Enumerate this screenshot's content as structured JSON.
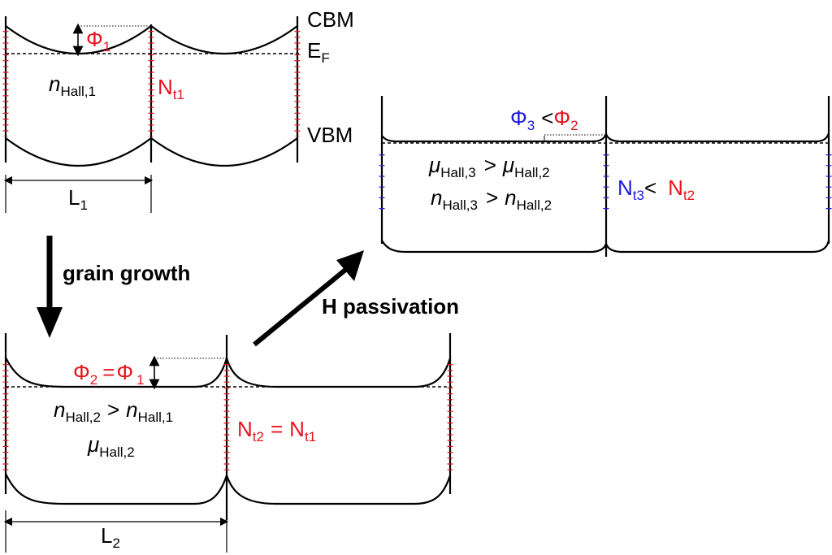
{
  "colors": {
    "trap_red": "#e8141c",
    "trap_blue": "#1a1adc",
    "line": "#000000"
  },
  "band_labels": {
    "cbm": "CBM",
    "ef_main": "E",
    "ef_sub": "F",
    "vbm": "VBM"
  },
  "panel1": {
    "phi_symbol": "Φ",
    "phi_index": "1",
    "n_symbol": "n",
    "n_sub": "Hall,1",
    "nt_symbol": "N",
    "nt_sub": "t1",
    "length_symbol": "L",
    "length_sub": "1"
  },
  "arrow_grain": {
    "label": "grain growth"
  },
  "panel2": {
    "phi_left": "Φ",
    "phi_left_index": "2",
    "eq": "=",
    "phi_right": "Φ",
    "phi_right_index": "1",
    "n_left": "n",
    "n_left_sub": "Hall,2",
    "gt": ">",
    "n_right": "n",
    "n_right_sub": "Hall,1",
    "mu": "μ",
    "mu_sub": "Hall,2",
    "nt_left": "N",
    "nt_left_sub": "t2",
    "nt_eq": "=",
    "nt_right": "N",
    "nt_right_sub": "t1",
    "length_symbol": "L",
    "length_sub": "2"
  },
  "arrow_h": {
    "label": "H passivation"
  },
  "panel3": {
    "phi_left": "Φ",
    "phi_left_index": "3",
    "lt": "<",
    "phi_right": "Φ",
    "phi_right_index": "2",
    "mu_left": "μ",
    "mu_left_sub": "Hall,3",
    "gt1": ">",
    "mu_right": "μ",
    "mu_right_sub": "Hall,2",
    "n_left": "n",
    "n_left_sub": "Hall,3",
    "gt2": ">",
    "n_right": "n",
    "n_right_sub": "Hall,2",
    "nt_left": "N",
    "nt_left_sub": "t3",
    "nt_lt": "<",
    "nt_right": "N",
    "nt_right_sub": "t2"
  }
}
